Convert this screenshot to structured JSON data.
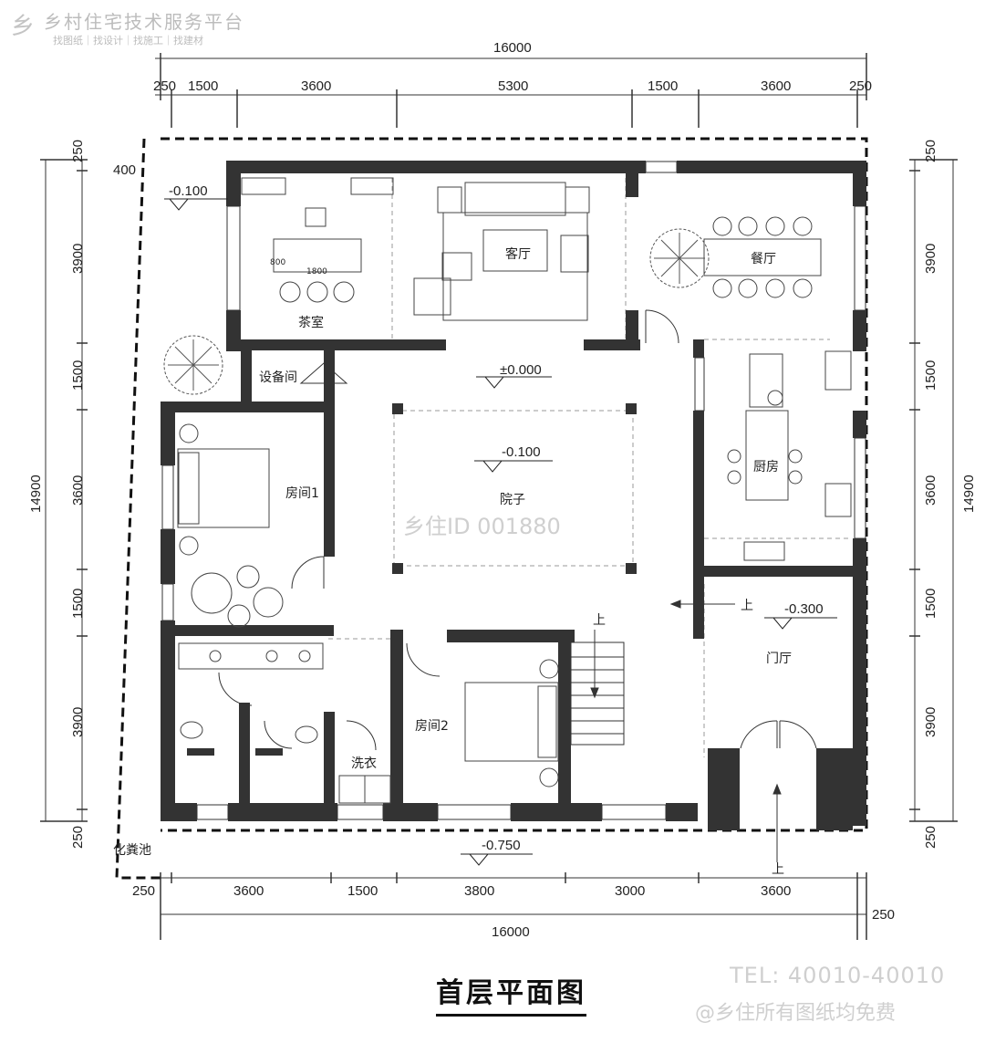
{
  "watermark": {
    "logo_mark": "乡",
    "logo_title": "乡村住宅技术服务平台",
    "logo_subtitle": "找图纸｜找设计｜找施工｜找建材",
    "center_text": "乡住ID 001880",
    "tel": "TEL: 40010-40010",
    "copyright": "@乡住所有图纸均免费"
  },
  "plan": {
    "title": "首层平面图",
    "rooms": {
      "tea_room": "茶室",
      "living_room": "客厅",
      "dining_room": "餐厅",
      "equipment_room": "设备间",
      "room1": "房间1",
      "courtyard": "院子",
      "kitchen": "厨房",
      "foyer": "门厅",
      "room2": "房间2",
      "laundry": "洗衣",
      "septic_tank": "化粪池"
    },
    "levels": {
      "tea_room": "-0.100",
      "hall": "±0.000",
      "courtyard": "-0.100",
      "foyer": "-0.300",
      "outdoor": "-0.750"
    },
    "stairs_up": [
      "上",
      "上",
      "上"
    ],
    "table_dims": [
      "1800",
      "800"
    ]
  },
  "dimensions": {
    "top_total": "16000",
    "top_segments": [
      "250",
      "1500",
      "3600",
      "5300",
      "1500",
      "3600",
      "250"
    ],
    "bottom_segments": [
      "250",
      "3600",
      "1500",
      "3800",
      "3000",
      "3600"
    ],
    "bottom_total": "16000",
    "bottom_offset": "250",
    "left_segments": [
      "250",
      "3900",
      "1500",
      "3600",
      "1500",
      "3900",
      "250"
    ],
    "left_total": "14900",
    "left_offset": "400",
    "right_segments": [
      "250",
      "3900",
      "1500",
      "3600",
      "1500",
      "3900",
      "250"
    ],
    "right_total": "14900"
  }
}
